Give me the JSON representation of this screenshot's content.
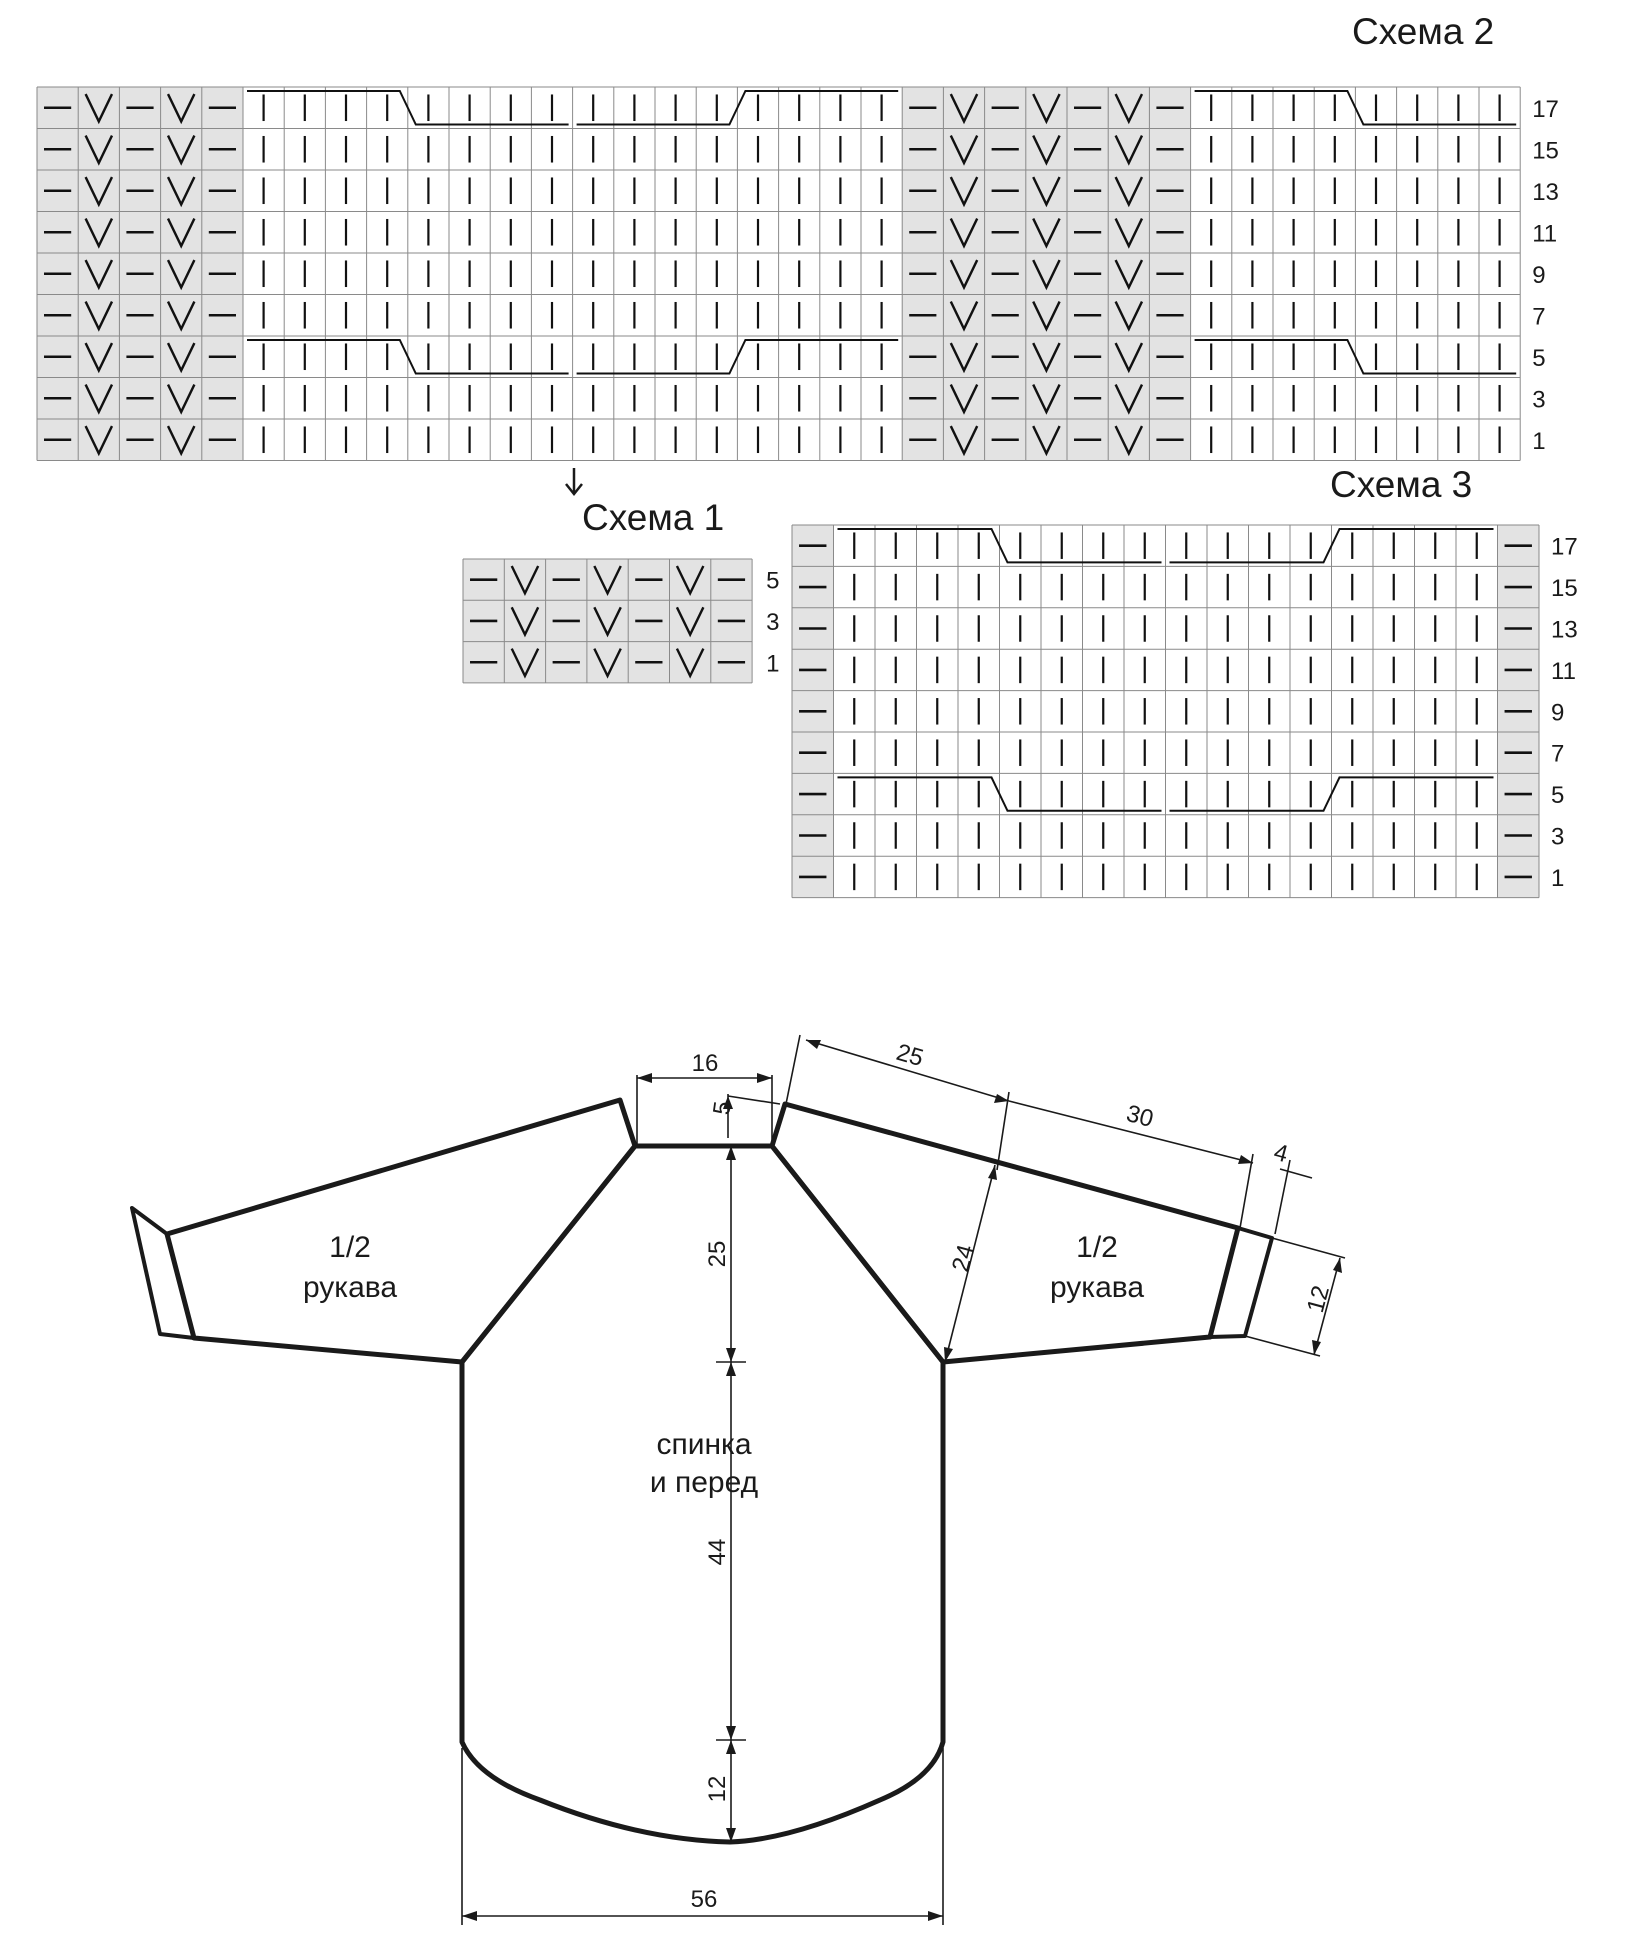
{
  "schemes": [
    {
      "id": "scheme2",
      "title": "Схема 2",
      "row_labels": [
        "17",
        "15",
        "13",
        "11",
        "9",
        "7",
        "5",
        "3",
        "1"
      ],
      "stitch_pattern": "-V-V-|IIIIIIII|IIIIIIII|-V-V-V-|IIIIIIII",
      "cables": [
        {
          "block": 1,
          "direction": "right",
          "rows": [
            "17",
            "5"
          ]
        },
        {
          "block": 2,
          "direction": "left",
          "rows": [
            "17",
            "5"
          ]
        },
        {
          "block": 4,
          "direction": "right",
          "rows": [
            "17",
            "5"
          ]
        }
      ]
    },
    {
      "id": "scheme1",
      "title": "Схема 1",
      "row_labels": [
        "5",
        "3",
        "1"
      ],
      "stitch_pattern": "-V-V-V-"
    },
    {
      "id": "scheme3",
      "title": "Схема 3",
      "row_labels": [
        "17",
        "15",
        "13",
        "11",
        "9",
        "7",
        "5",
        "3",
        "1"
      ],
      "stitch_pattern": "-|IIIIIIII|IIIIIIII|-",
      "cables": [
        {
          "block": 1,
          "direction": "right",
          "rows": [
            "17",
            "5"
          ]
        },
        {
          "block": 2,
          "direction": "left",
          "rows": [
            "17",
            "5"
          ]
        }
      ]
    }
  ],
  "symbols": {
    "purl": "purl-dash",
    "knit": "knit-bar",
    "slip": "slip-v"
  },
  "arrow": "down-arrow",
  "pattern": {
    "sleeve_left_label": [
      "1/2",
      "рукава"
    ],
    "sleeve_right_label": [
      "1/2",
      "рукава"
    ],
    "body_label": [
      "спинка",
      "и перед"
    ],
    "dimensions": {
      "neck_width": "16",
      "neck_depth": "5",
      "raglan_upper": "25",
      "sleeve_upper": "30",
      "cuff": "4",
      "raglan_depth": "24",
      "cuff_height": "12",
      "yoke_height": "25",
      "body_length": "44",
      "hem_curve": "12",
      "width": "56"
    }
  }
}
